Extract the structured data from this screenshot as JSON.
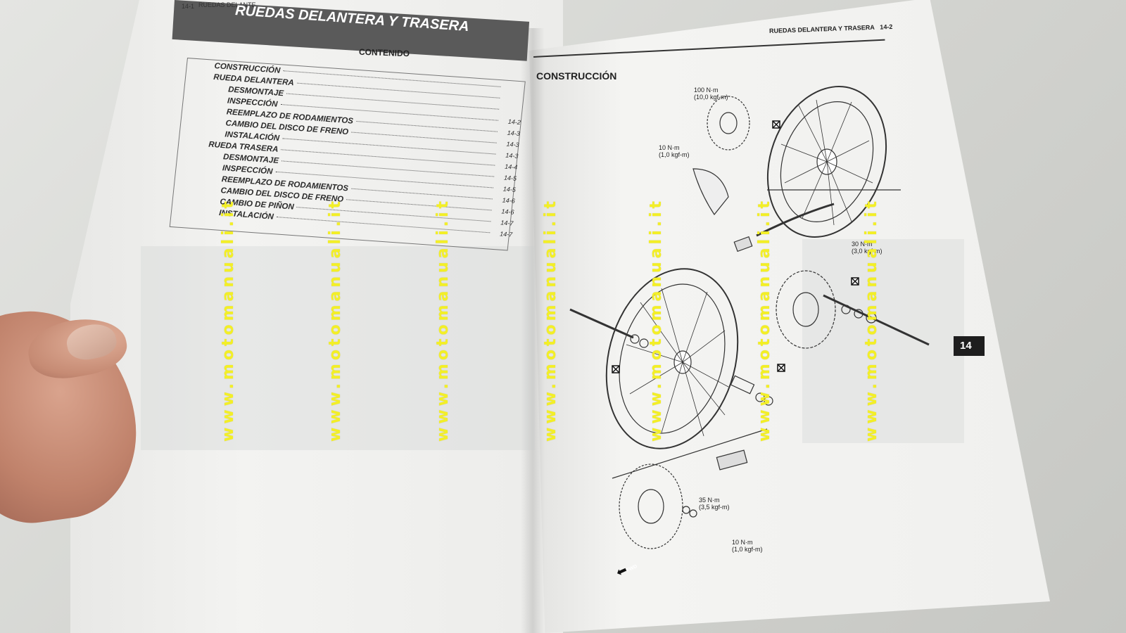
{
  "left_page": {
    "page_number": "14-1",
    "header_running": "RUEDAS DELANTE",
    "title": "RUEDAS DELANTERA Y TRASERA",
    "toc_heading": "CONTENIDO",
    "toc": [
      {
        "label": "CONSTRUCCIÓN",
        "page": ""
      },
      {
        "label": "RUEDA DELANTERA",
        "page": ""
      },
      {
        "label": "DESMONTAJE",
        "page": ""
      },
      {
        "label": "INSPECCIÓN",
        "page": "14-2"
      },
      {
        "label": "REEMPLAZO DE RODAMIENTOS",
        "page": "14-3"
      },
      {
        "label": "CAMBIO DEL DISCO DE FRENO",
        "page": "14-3"
      },
      {
        "label": "INSTALACIÓN",
        "page": "14-3"
      },
      {
        "label": "RUEDA TRASERA",
        "page": "14-4"
      },
      {
        "label": "DESMONTAJE",
        "page": "14-5"
      },
      {
        "label": "INSPECCIÓN",
        "page": "14-5"
      },
      {
        "label": "REEMPLAZO DE RODAMIENTOS",
        "page": "14-6"
      },
      {
        "label": "CAMBIO DEL DISCO DE FRENO",
        "page": "14-6"
      },
      {
        "label": "CAMBIO DE PIÑON",
        "page": "14-7"
      },
      {
        "label": "INSTALACIÓN",
        "page": "14-7"
      }
    ]
  },
  "right_page": {
    "header": "RUEDAS DELANTERA Y TRASERA",
    "page_number": "14-2",
    "section_title": "CONSTRUCCIÓN",
    "chapter_tab": "14",
    "fwd_label": "FWD",
    "torques": [
      {
        "value": "100 N·m",
        "sub": "(10,0 kgf-m)"
      },
      {
        "value": "10 N·m",
        "sub": "(1,0 kgf-m)"
      },
      {
        "value": "30 N·m",
        "sub": "(3,0 kgf-m)"
      },
      {
        "value": "35 N·m",
        "sub": "(3,5 kgf-m)"
      },
      {
        "value": "10 N·m",
        "sub": "(1,0 kgf-m)"
      }
    ]
  },
  "watermark": "www.motomanuali.it",
  "colors": {
    "watermark": "#f3ef26",
    "header_band": "#5a5a5a",
    "tab": "#1e1e1e"
  }
}
